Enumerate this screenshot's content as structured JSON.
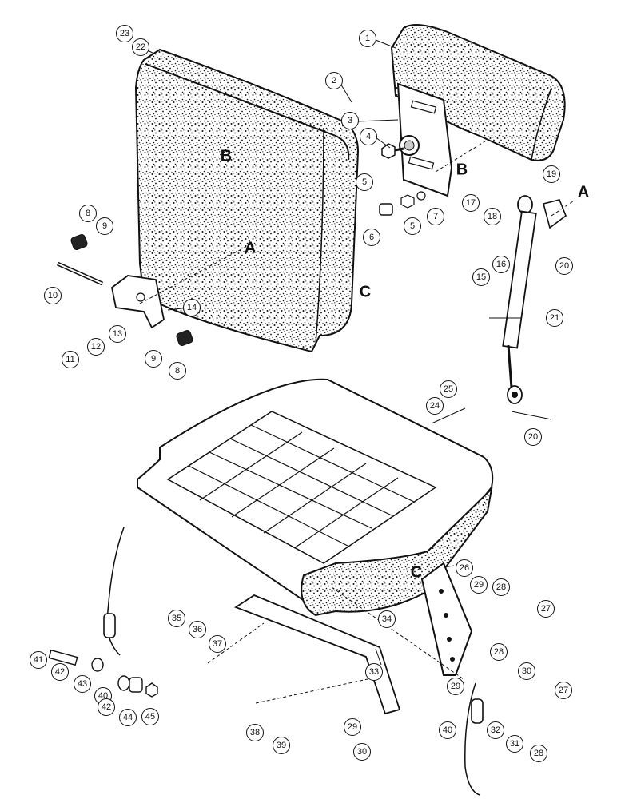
{
  "callouts": {
    "c1": "1",
    "c2": "2",
    "c3": "3",
    "c4": "4",
    "c5a": "5",
    "c5b": "5",
    "c6": "6",
    "c7": "7",
    "c8a": "8",
    "c8b": "8",
    "c9a": "9",
    "c9b": "9",
    "c10": "10",
    "c11": "11",
    "c12": "12",
    "c13": "13",
    "c14": "14",
    "c15": "15",
    "c16": "16",
    "c17": "17",
    "c18": "18",
    "c19": "19",
    "c20a": "20",
    "c20b": "20",
    "c21": "21",
    "c22": "22",
    "c23": "23",
    "c24": "24",
    "c25": "25",
    "c26": "26",
    "c27a": "27",
    "c27b": "27",
    "c28a": "28",
    "c28b": "28",
    "c28c": "28",
    "c29a": "29",
    "c29b": "29",
    "c29c": "29",
    "c30a": "30",
    "c30b": "30",
    "c31": "31",
    "c32": "32",
    "c33": "33",
    "c34": "34",
    "c35": "35",
    "c36": "36",
    "c37": "37",
    "c38": "38",
    "c39": "39",
    "c40a": "40",
    "c40b": "40",
    "c41": "41",
    "c42a": "42",
    "c42b": "42",
    "c43": "43",
    "c44": "44",
    "c45": "45"
  },
  "refs": {
    "A1": "A",
    "A2": "A",
    "B1": "B",
    "B2": "B",
    "C1": "C",
    "C2": "C"
  }
}
